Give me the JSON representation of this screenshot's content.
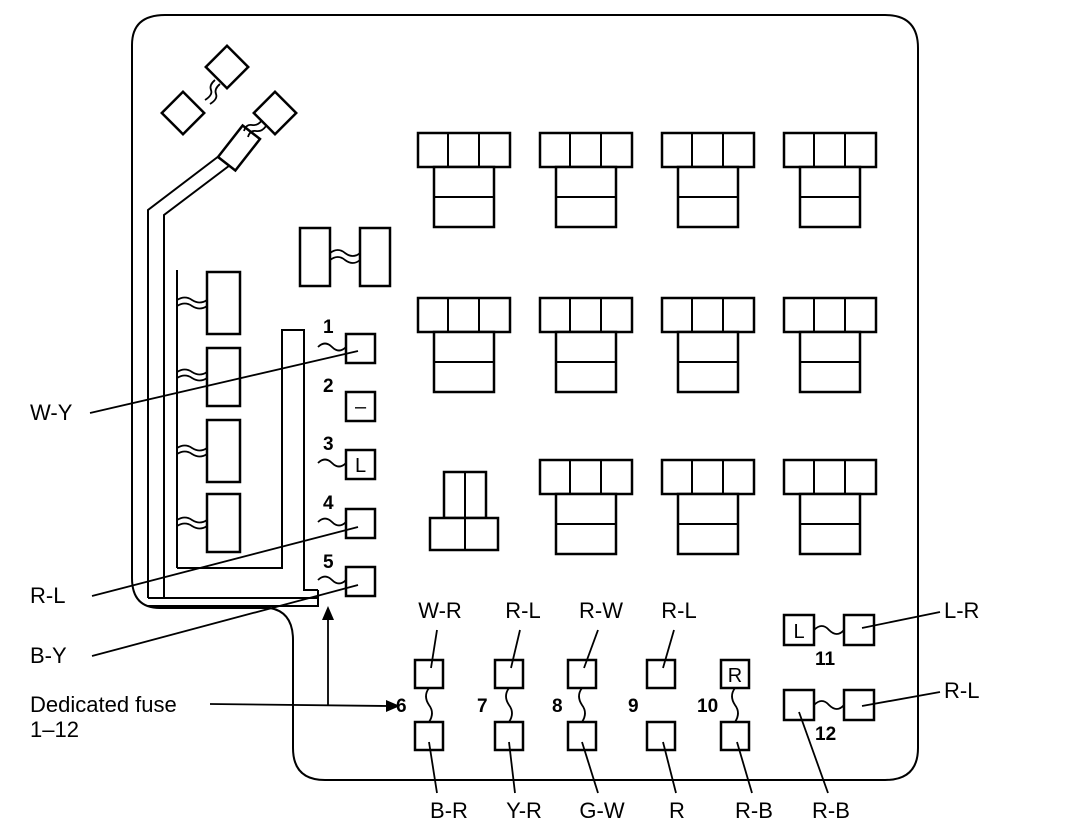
{
  "left_labels": {
    "wy": "W-Y",
    "rl": "R-L",
    "by": "B-Y",
    "dedicated_line1": "Dedicated fuse",
    "dedicated_line2": "1–12"
  },
  "fuse_numbers": [
    "1",
    "2",
    "3",
    "4",
    "5",
    "6",
    "7",
    "8",
    "9",
    "10",
    "11",
    "12"
  ],
  "fuse_symbols": {
    "f2": "–",
    "f3": "L",
    "f10": "R",
    "f11": "L"
  },
  "top_wire_labels": [
    "W-R",
    "R-L",
    "R-W",
    "R-L"
  ],
  "bottom_wire_labels": [
    "B-R",
    "Y-R",
    "G-W",
    "R",
    "R-B",
    "R-B"
  ],
  "right_labels": {
    "f11": "L-R",
    "f12": "R-L"
  }
}
